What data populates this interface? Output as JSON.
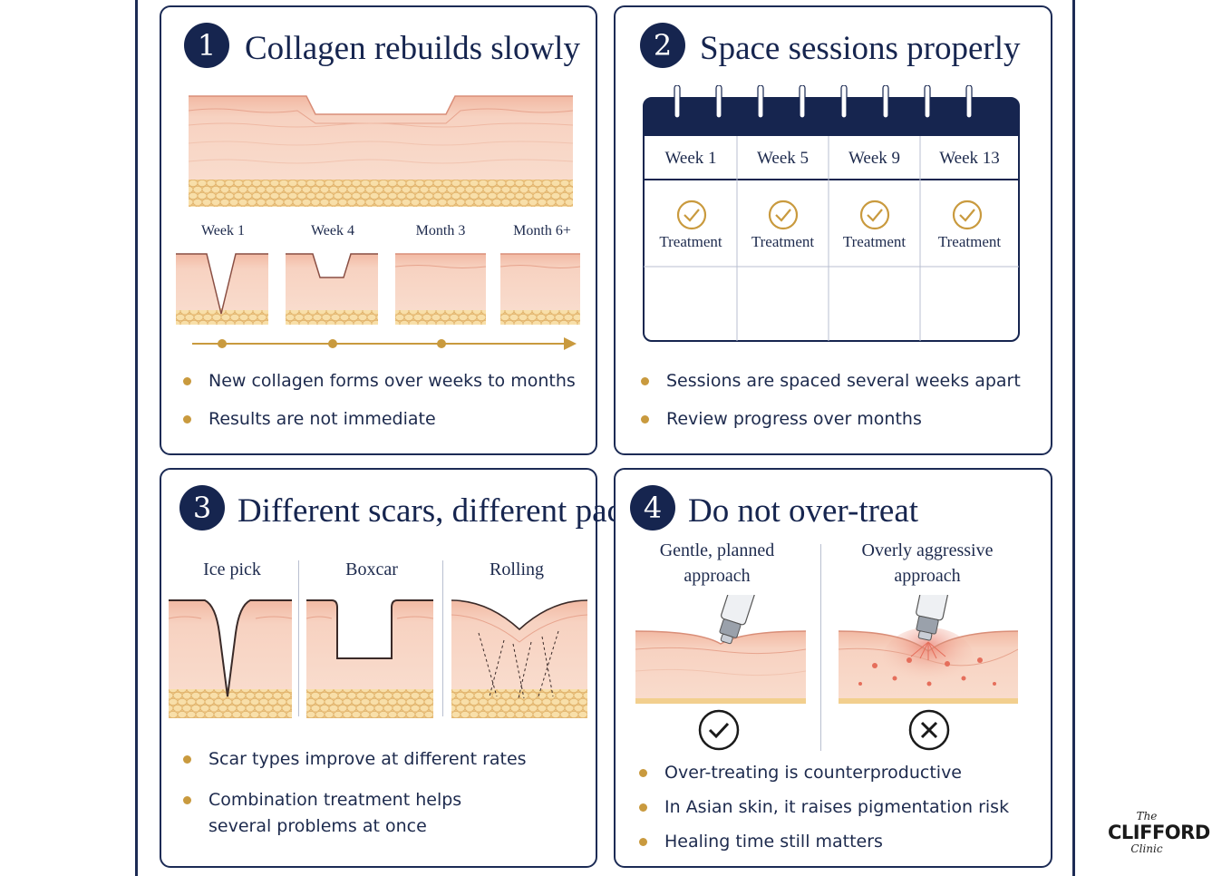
{
  "colors": {
    "navy": "#16254f",
    "gold": "#c99a3e",
    "skin_pink": "#f6d3c2",
    "fat_yellow": "#f2cf8e",
    "inflamed_red": "#e56e5b"
  },
  "panels": [
    {
      "number": "1",
      "title": "Collagen rebuilds slowly",
      "stages": [
        "Week 1",
        "Week 4",
        "Month 3",
        "Month 6+"
      ],
      "bullets": [
        "New collagen forms over weeks to months",
        "Results are not immediate"
      ]
    },
    {
      "number": "2",
      "title": "Space sessions properly",
      "calendar": {
        "weeks": [
          "Week 1",
          "Week 5",
          "Week 9",
          "Week 13"
        ],
        "entry": "Treatment",
        "icon": "check-circle-icon"
      },
      "bullets": [
        "Sessions are spaced several weeks apart",
        "Review progress over months"
      ]
    },
    {
      "number": "3",
      "title": "Different scars, different pace",
      "scar_types": [
        "Ice pick",
        "Boxcar",
        "Rolling"
      ],
      "bullets": [
        "Scar types improve at different rates",
        "Combination treatment helps",
        "several problems at once"
      ]
    },
    {
      "number": "4",
      "title": "Do not over-treat",
      "approaches": [
        {
          "label_line1": "Gentle, planned",
          "label_line2": "approach",
          "icon": "check-circle-icon"
        },
        {
          "label_line1": "Overly aggressive",
          "label_line2": "approach",
          "icon": "cross-circle-icon"
        }
      ],
      "bullets": [
        "Over-treating is counterproductive",
        "In Asian skin, it raises pigmentation risk",
        "Healing time still matters"
      ]
    }
  ],
  "brand": {
    "top": "The",
    "name": "CLIFFORD",
    "bottom": "Clinic"
  }
}
